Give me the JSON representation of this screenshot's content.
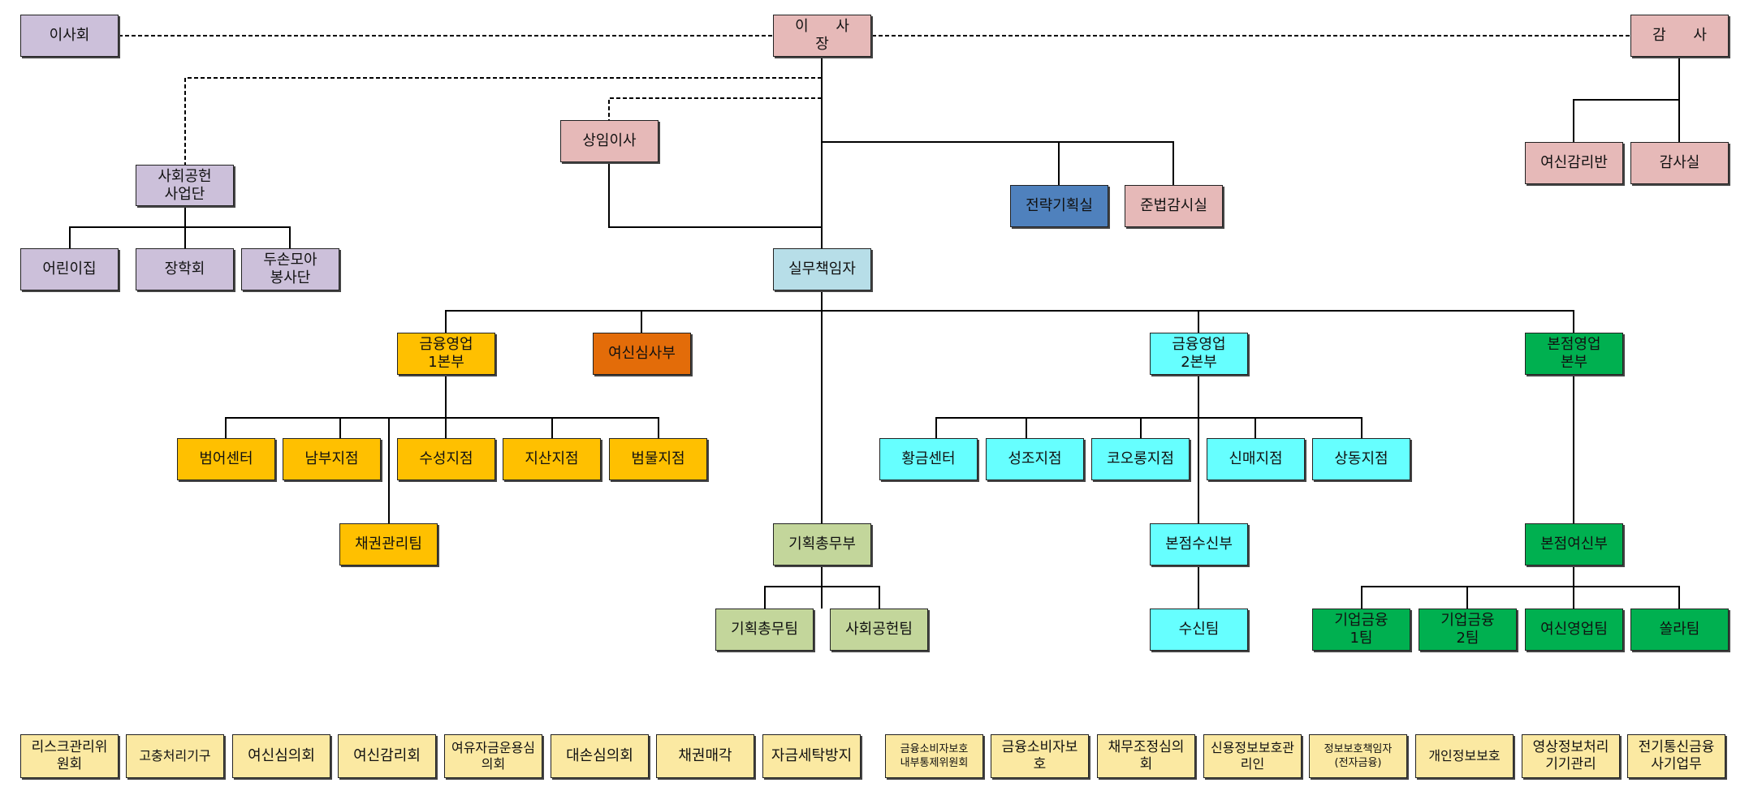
{
  "boxes": {
    "board": "이사회",
    "chairman": "이 사 장",
    "auditor": "감 사",
    "social_division": "사회공헌\n사업단",
    "daycare": "어린이집",
    "scholarship": "장학회",
    "volunteer": "두손모아\n봉사단",
    "standing_director": "상임이사",
    "strategy": "전략기획실",
    "compliance": "준법감시실",
    "credit_audit": "여신감리반",
    "audit_office": "감사실",
    "executive": "실무책임자",
    "finance1": "금융영업\n1본부",
    "credit_review": "여신심사부",
    "finance2": "금융영업\n2본부",
    "main_branch": "본점영업\n본부",
    "beomeo": "범어센터",
    "nambu": "남부지점",
    "suseong": "수성지점",
    "jisan": "지산지점",
    "beommul": "범물지점",
    "bond_mgmt": "채권관리팀",
    "hwanggeum": "황금센터",
    "seongjo": "성조지점",
    "kolon": "코오롱지점",
    "sinmae": "신매지점",
    "sangdong": "상동지점",
    "planning": "기획총무부",
    "planning_team": "기획총무팀",
    "social_team": "사회공헌팀",
    "deposit_dept": "본점수신부",
    "deposit_team": "수신팀",
    "loan_dept": "본점여신부",
    "corp1": "기업금융\n1팀",
    "corp2": "기업금융\n2팀",
    "credit_sales": "여신영업팀",
    "solar": "쏠라팀"
  },
  "committees": [
    "리스크관리위\n원회",
    "고충처리기구",
    "여신심의회",
    "여신감리회",
    "여유자금운용심\n의회",
    "대손심의회",
    "채권매각",
    "자금세탁방지",
    "금융소비자보호\n내부통제위원회",
    "금융소비자보\n호",
    "채무조정심의\n회",
    "신용정보보호관\n리인",
    "정보보호책임자\n(전자금융)",
    "개인정보보호",
    "영상정보처리\n기기관리",
    "전기통신금융\n사기업무"
  ]
}
